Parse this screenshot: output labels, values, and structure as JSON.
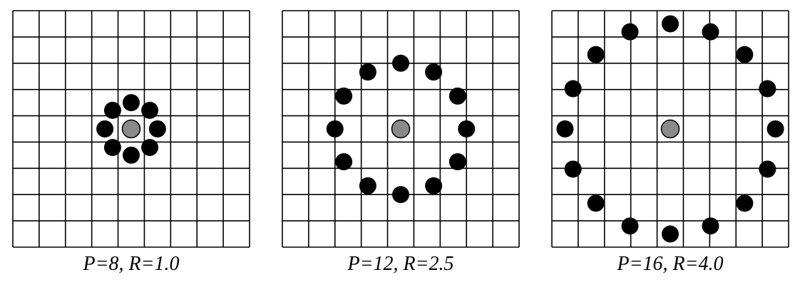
{
  "grid": {
    "cells": 9,
    "line_color": "#000000",
    "background": "#ffffff"
  },
  "colors": {
    "neighbor_fill": "#000000",
    "center_fill": "#8a8a8a",
    "center_stroke": "#000000"
  },
  "panels": [
    {
      "P": 8,
      "R": 1.0,
      "caption": "P=8, R=1.0"
    },
    {
      "P": 12,
      "R": 2.5,
      "caption": "P=12, R=2.5"
    },
    {
      "P": 16,
      "R": 4.0,
      "caption": "P=16, R=4.0"
    }
  ]
}
